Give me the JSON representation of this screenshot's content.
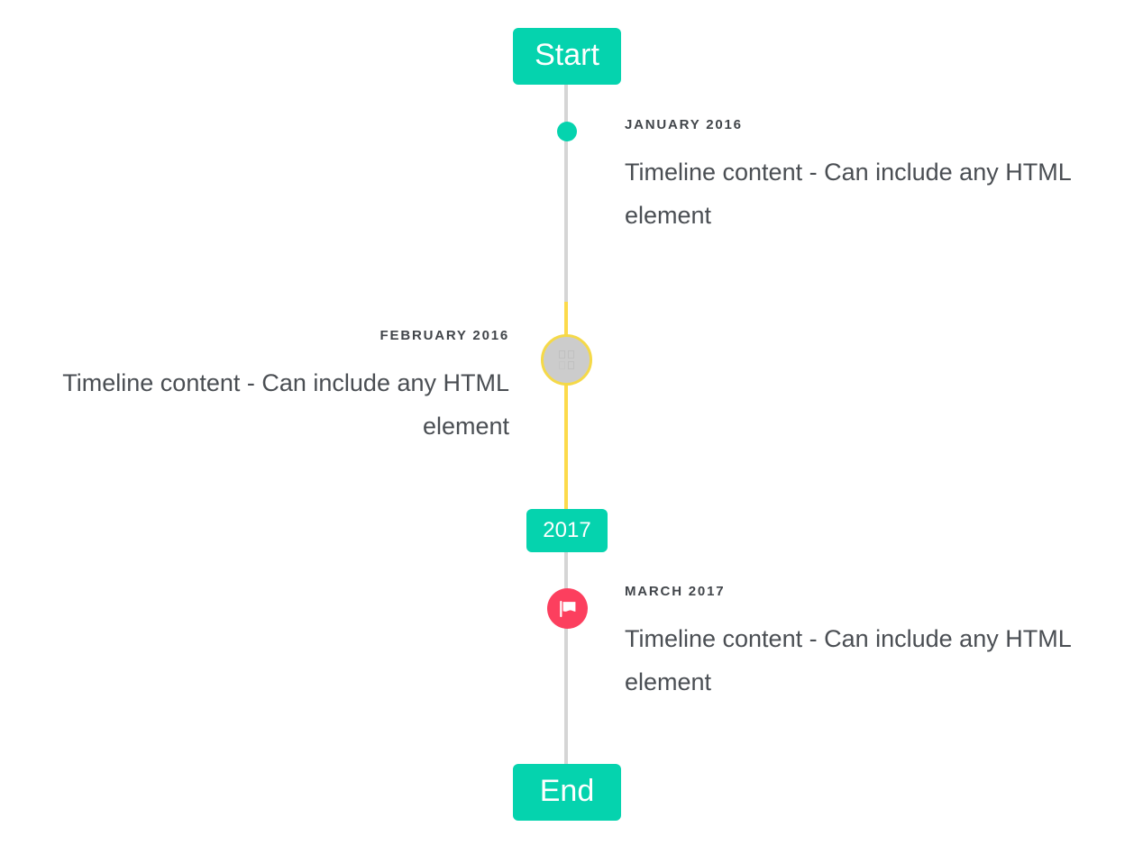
{
  "timeline": {
    "start_label": "Start",
    "end_label": "End",
    "year_divider_label": "2017",
    "line_colors": {
      "default": "#d5d5d5",
      "highlight": "#fcda4b"
    },
    "accent_colors": {
      "teal": "#05d3ae",
      "pink": "#fc3f5e",
      "amber": "#f5d948",
      "grey_fill": "#cccccc"
    },
    "entries": [
      {
        "date": "JANUARY 2016",
        "body": "Timeline content - Can include any HTML element",
        "side": "right",
        "marker": "dot-marker"
      },
      {
        "date": "FEBRUARY 2016",
        "body": "Timeline content - Can include any HTML element",
        "side": "left",
        "marker": "ringed-marker"
      },
      {
        "date": "MARCH 2017",
        "body": "Timeline content - Can include any HTML element",
        "side": "right",
        "marker": "flag-marker"
      }
    ]
  }
}
